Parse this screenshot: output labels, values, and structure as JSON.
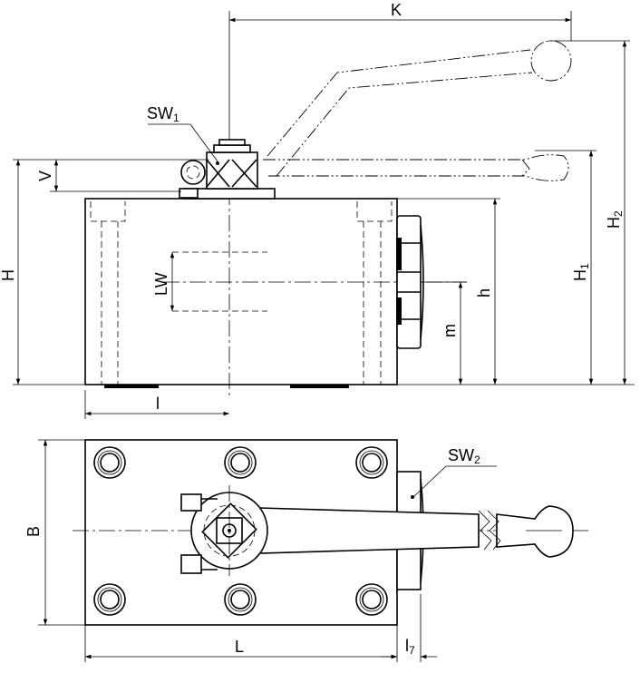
{
  "labels": {
    "K": "K",
    "SW1": {
      "main": "SW",
      "sub": "1"
    },
    "V": "V",
    "H": "H",
    "LW": "LW",
    "h": "h",
    "m": "m",
    "H1": {
      "main": "H",
      "sub": "1"
    },
    "H2": {
      "main": "H",
      "sub": "2"
    },
    "l": "l",
    "B": "B",
    "SW2": {
      "main": "SW",
      "sub": "2"
    },
    "L": "L",
    "l7": {
      "main": "l",
      "sub": "7"
    }
  }
}
